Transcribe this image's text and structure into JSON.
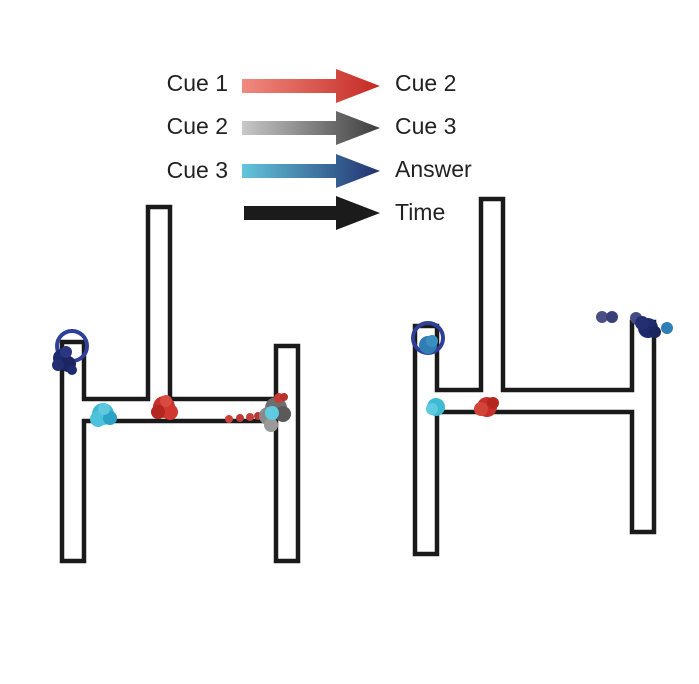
{
  "legend": {
    "rows": [
      {
        "from": "Cue 1",
        "to": "Cue 2",
        "gradient": [
          "#f08a80",
          "#c42a23"
        ]
      },
      {
        "from": "Cue 2",
        "to": "Cue 3",
        "gradient": [
          "#c8c8c8",
          "#3c3c3c"
        ]
      },
      {
        "from": "Cue 3",
        "to": "Answer",
        "gradient": [
          "#62c6dc",
          "#22306e"
        ]
      },
      {
        "from": "",
        "to": "Time",
        "gradient": [
          "#1b1b1b",
          "#1b1b1b"
        ]
      }
    ]
  },
  "colors": {
    "maze_outline": "#1a1a1a",
    "goal_circle": "#2f3f98",
    "cue1": "#c62f2a",
    "cue2": "#6e6e6e",
    "cue3": "#3fbad3",
    "answer": "#1e2a6e"
  }
}
